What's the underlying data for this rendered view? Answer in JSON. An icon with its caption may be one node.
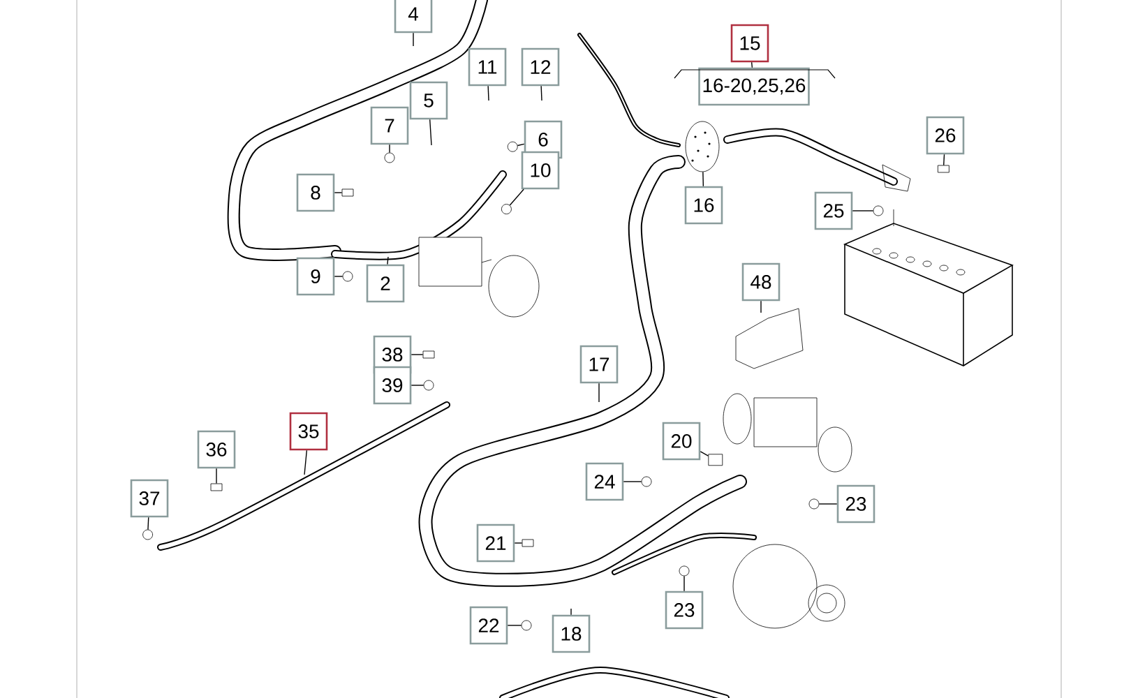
{
  "diagram": {
    "nodes": [
      {
        "text": [
          "4"
        ]
      },
      {
        "text": [
          "11"
        ]
      },
      {
        "text": [
          "12"
        ]
      },
      {
        "text": [
          "5"
        ]
      },
      {
        "text": [
          "7"
        ]
      },
      {
        "text": [
          "6"
        ]
      },
      {
        "text": [
          "10"
        ]
      },
      {
        "text": [
          "8"
        ]
      },
      {
        "text": [
          "9"
        ]
      },
      {
        "text": [
          "2"
        ]
      },
      {
        "text": [
          "15"
        ]
      },
      {
        "text": [
          "16"
        ]
      },
      {
        "text": [
          "26"
        ]
      },
      {
        "text": [
          "25"
        ]
      },
      {
        "text": [
          "48"
        ]
      },
      {
        "text": [
          "38"
        ]
      },
      {
        "text": [
          "39"
        ]
      },
      {
        "text": [
          "35"
        ]
      },
      {
        "text": [
          "36"
        ]
      },
      {
        "text": [
          "37"
        ]
      },
      {
        "text": [
          "17"
        ]
      },
      {
        "text": [
          "20"
        ]
      },
      {
        "text": [
          "24"
        ]
      },
      {
        "text": [
          "23"
        ]
      },
      {
        "text": [
          "21"
        ]
      },
      {
        "text": [
          "22"
        ]
      },
      {
        "text": [
          "23"
        ]
      },
      {
        "text": [
          "18"
        ]
      },
      {
        "text": [
          "16-20,25,26"
        ]
      },
      {
        "text": [],
        "shape": "circle"
      },
      {
        "text": [],
        "shape": "circle"
      },
      {
        "text": [],
        "shape": "circle"
      },
      {
        "text": [],
        "shape": "box"
      },
      {
        "text": [],
        "shape": "circle"
      },
      {
        "text": [],
        "shape": "picture"
      },
      {
        "text": [],
        "shape": "box"
      },
      {
        "text": [],
        "shape": "circle"
      },
      {
        "text": [],
        "shape": "box"
      },
      {
        "text": [],
        "shape": "circle"
      },
      {
        "text": [],
        "shape": "box"
      },
      {
        "text": [],
        "shape": "circle"
      },
      {
        "text": [],
        "shape": "box"
      },
      {
        "text": [],
        "shape": "circle"
      },
      {
        "text": [],
        "shape": "circle"
      },
      {
        "text": [],
        "shape": "box"
      },
      {
        "text": [],
        "shape": "circle"
      },
      {
        "text": [],
        "shape": "circle"
      }
    ],
    "edges": [
      {
        "from": 0,
        "to": null,
        "arrow": "none"
      },
      {
        "from": 1,
        "to": null,
        "arrow": "none"
      },
      {
        "from": 2,
        "to": null,
        "arrow": "none"
      },
      {
        "from": 3,
        "to": null,
        "arrow": "none"
      },
      {
        "from": 4,
        "to": 29,
        "arrow": "none"
      },
      {
        "from": 5,
        "to": 30,
        "arrow": "none"
      },
      {
        "from": 6,
        "to": 31,
        "arrow": "none"
      },
      {
        "from": 7,
        "to": 32,
        "arrow": "none"
      },
      {
        "from": 8,
        "to": 33,
        "arrow": "none"
      },
      {
        "from": 9,
        "to": null,
        "arrow": "none"
      },
      {
        "from": 10,
        "to": 28,
        "arrow": "none"
      },
      {
        "from": 11,
        "to": 34,
        "arrow": "none"
      },
      {
        "from": 12,
        "to": 35,
        "arrow": "none"
      },
      {
        "from": 13,
        "to": 36,
        "arrow": "none"
      },
      {
        "from": 14,
        "to": null,
        "arrow": "none"
      },
      {
        "from": 15,
        "to": 37,
        "arrow": "none"
      },
      {
        "from": 16,
        "to": 38,
        "arrow": "none"
      },
      {
        "from": 17,
        "to": null,
        "arrow": "none"
      },
      {
        "from": 18,
        "to": 39,
        "arrow": "none"
      },
      {
        "from": 19,
        "to": 40,
        "arrow": "none"
      },
      {
        "from": 20,
        "to": null,
        "arrow": "none"
      },
      {
        "from": 21,
        "to": 41,
        "arrow": "none"
      },
      {
        "from": 22,
        "to": 42,
        "arrow": "none"
      },
      {
        "from": 23,
        "to": 43,
        "arrow": "none"
      },
      {
        "from": 24,
        "to": 44,
        "arrow": "none"
      },
      {
        "from": 25,
        "to": 45,
        "arrow": "none"
      },
      {
        "from": 26,
        "to": 46,
        "arrow": "none"
      },
      {
        "from": 27,
        "to": null,
        "arrow": "none"
      }
    ]
  }
}
